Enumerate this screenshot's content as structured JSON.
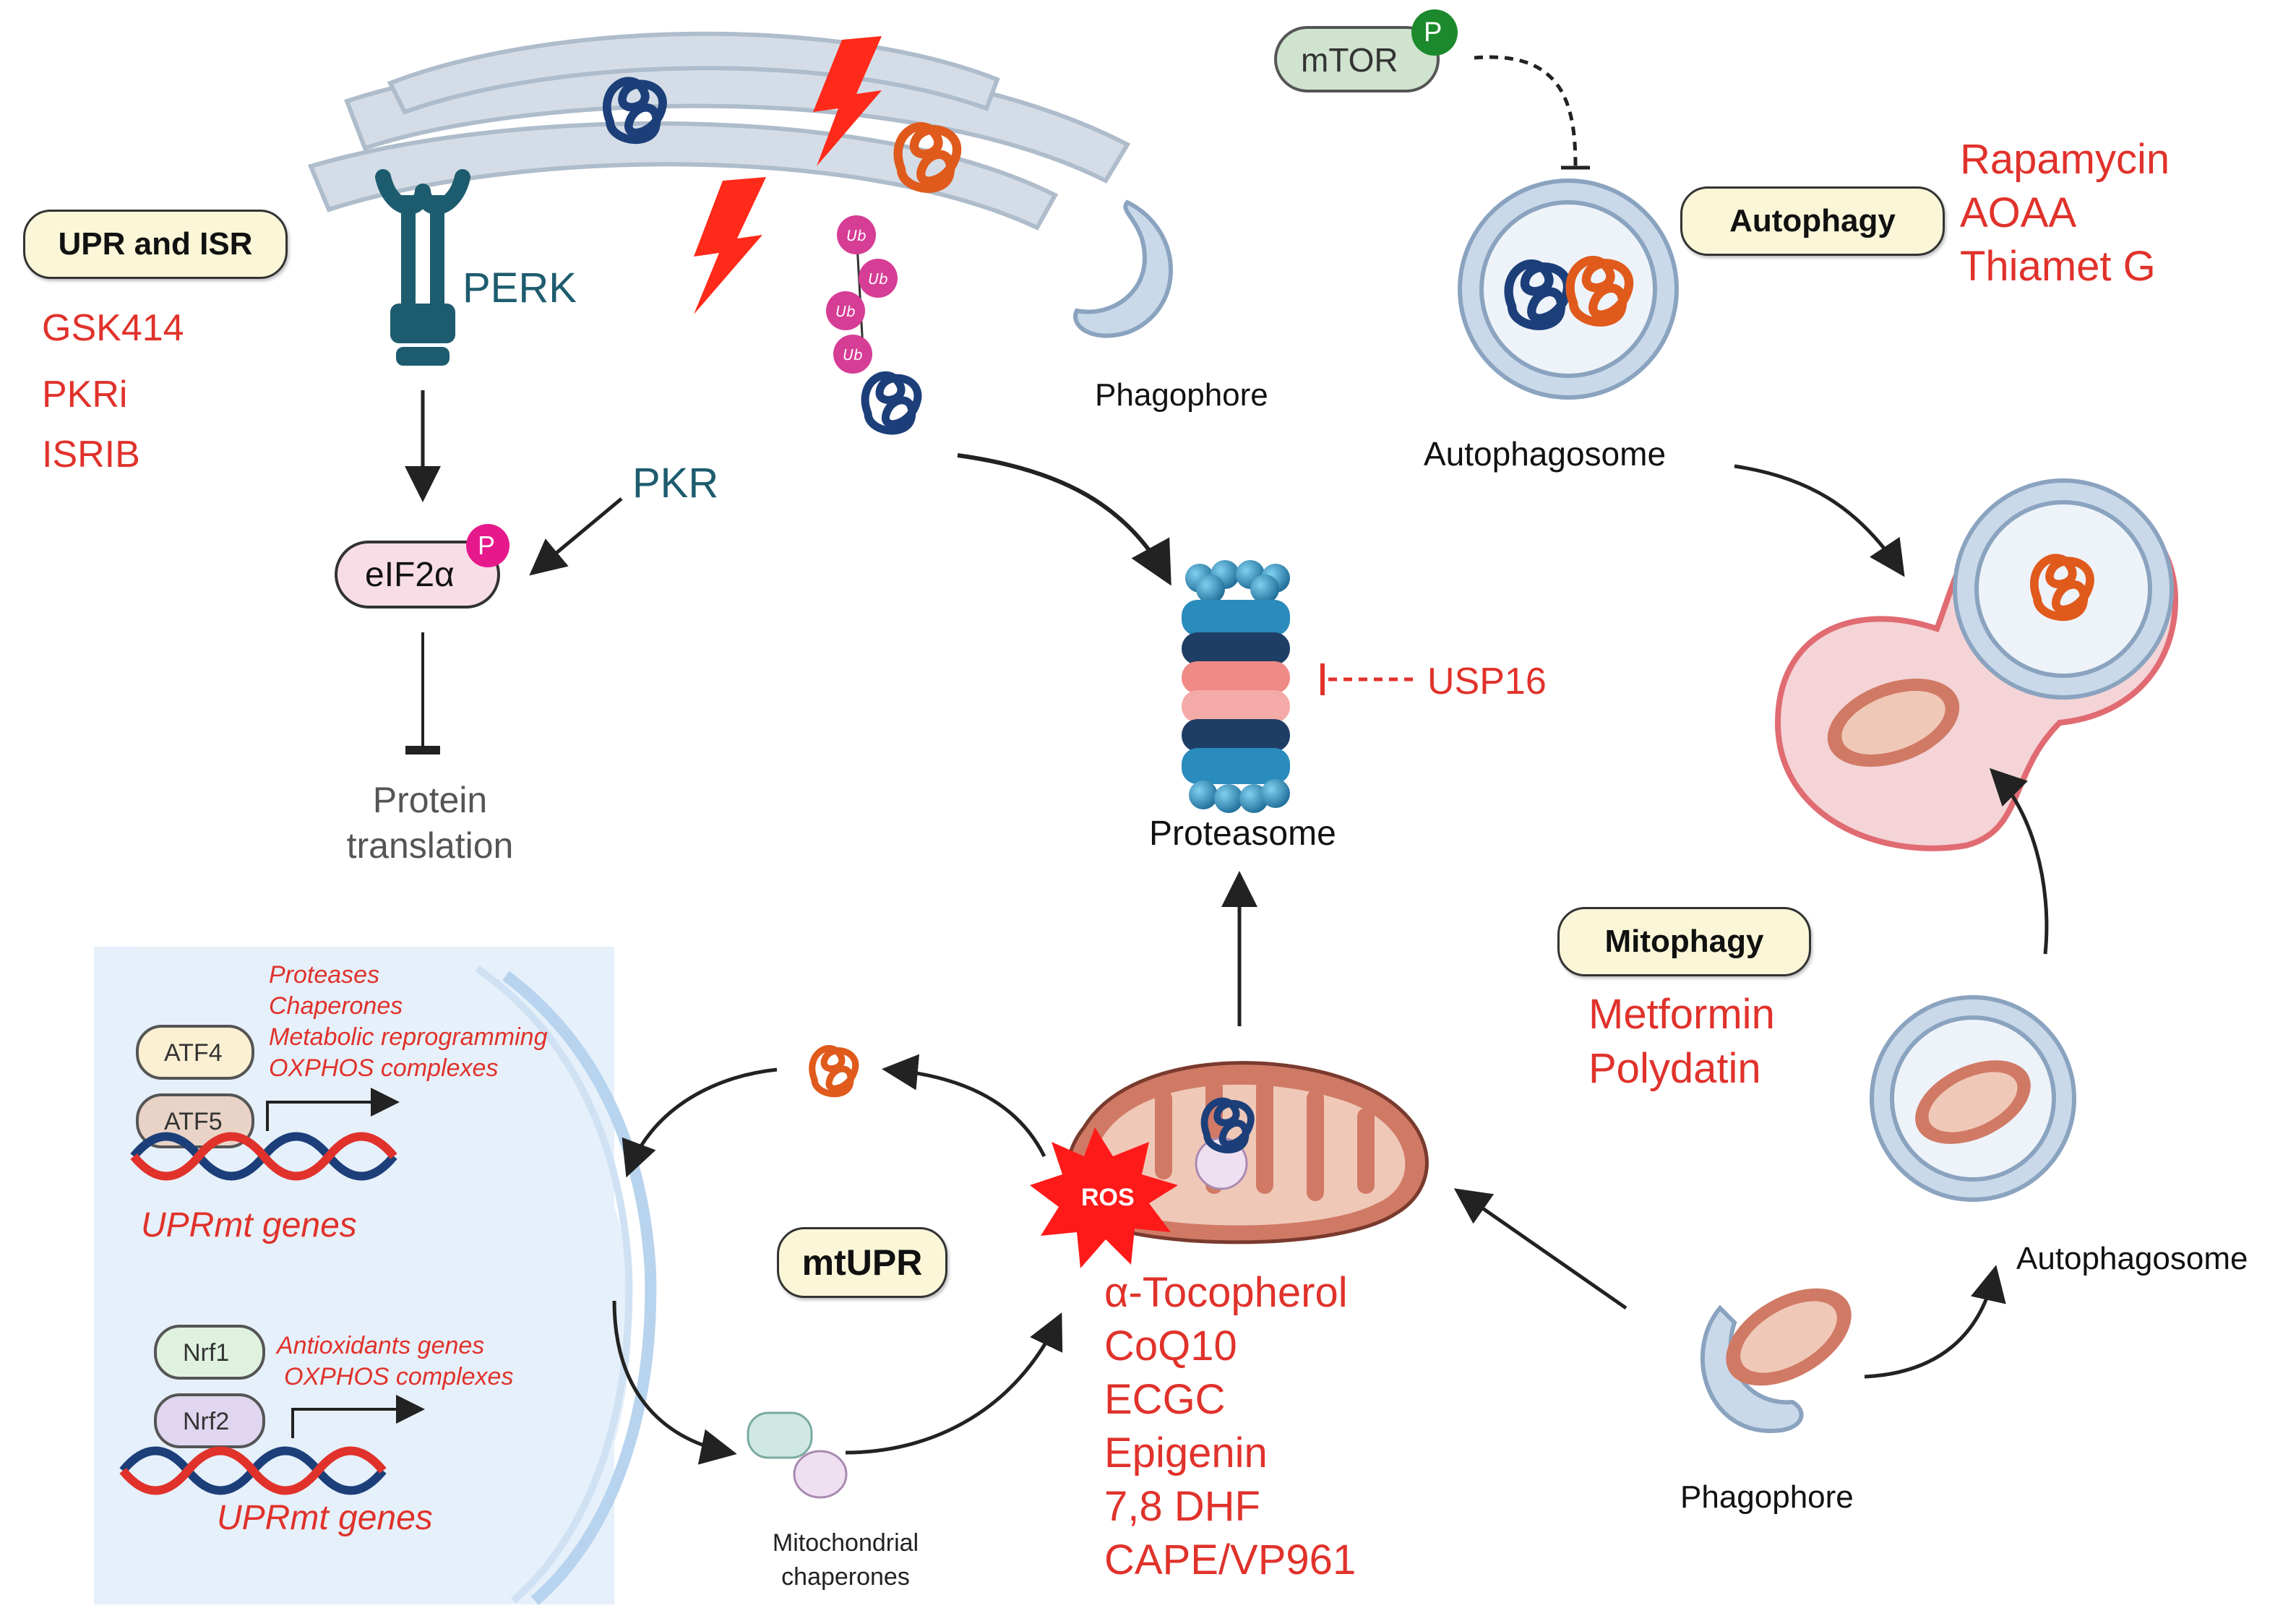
{
  "labels": {
    "upr_isr": "UPR and ISR",
    "upr_isr_drugs": [
      "GSK414",
      "PKRi",
      "ISRIB"
    ],
    "perk": "PERK",
    "pkr": "PKR",
    "eif2a": "eIF2α",
    "phospho": "P",
    "protein_translation": [
      "Protein",
      "translation"
    ],
    "ubiquitin": "Ub",
    "phagophore_top": "Phagophore",
    "mtor": "mTOR",
    "autophagy": "Autophagy",
    "autophagy_drugs": [
      "Rapamycin",
      "AOAA",
      "Thiamet G"
    ],
    "autophagosome_top": "Autophagosome",
    "usp16": "USP16",
    "proteasome": "Proteasome",
    "mitophagy": "Mitophagy",
    "mitophagy_drugs": [
      "Metformin",
      "Polydatin"
    ],
    "autophagosome_right": "Autophagosome",
    "phagophore_bottom": "Phagophore",
    "atf4": "ATF4",
    "atf5": "ATF5",
    "atf_targets": [
      "Proteases",
      "Chaperones",
      "Metabolic reprogramming",
      "OXPHOS complexes"
    ],
    "uprmt_genes_1": "UPRmt genes",
    "nrf1": "Nrf1",
    "nrf2": "Nrf2",
    "nrf_targets": [
      "Antioxidants genes",
      "OXPHOS complexes"
    ],
    "uprmt_genes_2": "UPRmt genes",
    "mtupr": "mtUPR",
    "ros": "ROS",
    "mito_chaperones": [
      "Mitochondrial",
      "chaperones"
    ],
    "antioxidant_drugs": [
      "α-Tocopherol",
      "CoQ10",
      "ECGC",
      "Epigenin",
      "7,8 DHF",
      "CAPE/VP961"
    ]
  },
  "colors": {
    "drug_red": "#e0322b",
    "teal": "#1d5c6e",
    "pill_fill": "#fbf6d8",
    "misfolded_blue": "#1c3f7a",
    "misfolded_orange": "#e05a1c",
    "ubiquitin_pink": "#d63d95",
    "membrane_blue": "#a9c3dc",
    "nucleus_fill": "#e6f0fa",
    "mito_fill": "#d07a66"
  },
  "icons": [
    "er-membrane-icon",
    "perk-receptor-icon",
    "lightning-icon",
    "misfolded-protein-icon",
    "ubiquitin-chain-icon",
    "proteasome-icon",
    "autophagosome-icon",
    "autolysosome-icon",
    "mitochondrion-icon",
    "ros-burst-icon",
    "dna-helix-icon",
    "phagophore-icon"
  ]
}
